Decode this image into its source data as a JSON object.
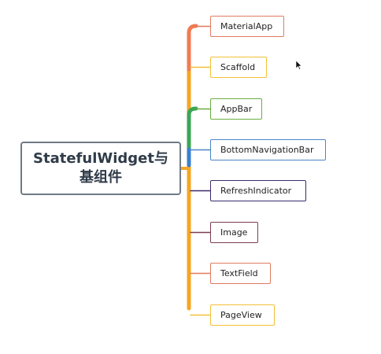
{
  "root": {
    "label": "StatefulWidget与\n基组件"
  },
  "children": [
    {
      "label": "MaterialApp",
      "color": "#e07a5f"
    },
    {
      "label": "Scaffold",
      "color": "#f2c037"
    },
    {
      "label": "AppBar",
      "color": "#6aae3f"
    },
    {
      "label": "BottomNavigationBar",
      "color": "#4a86c8"
    },
    {
      "label": "RefreshIndicator",
      "color": "#3b2b6b"
    },
    {
      "label": "Image",
      "color": "#7a3e55"
    },
    {
      "label": "TextField",
      "color": "#e07a5f"
    },
    {
      "label": "PageView",
      "color": "#f2c037"
    }
  ],
  "branch_colors": {
    "trunk": "#f5a623",
    "top": "#f07b52",
    "green": "#3aa655",
    "blue": "#3b7fd1"
  },
  "cursor": {
    "icon": "arrow-cursor-icon"
  }
}
